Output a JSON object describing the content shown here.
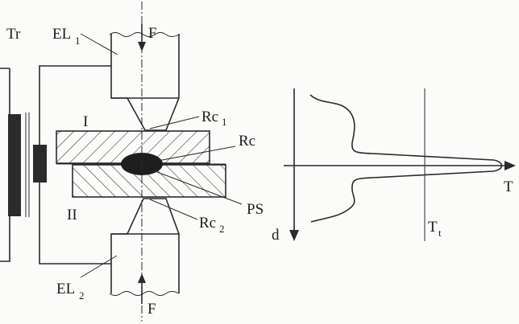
{
  "labels": {
    "transformer": "Tr",
    "electrode_top": "EL",
    "electrode_top_sub": "1",
    "electrode_bottom": "EL",
    "electrode_bottom_sub": "2",
    "force_top": "F",
    "force_bottom": "F",
    "sheet_top": "I",
    "sheet_bottom": "II",
    "contact_top": "Rc",
    "contact_top_sub": "1",
    "contact_mid": "Rc",
    "contact_bottom": "Rc",
    "contact_bottom_sub": "2",
    "nugget": "PS",
    "axis_depth": "d",
    "axis_temperature": "T",
    "melting_temp": "T",
    "melting_temp_sub": "t"
  },
  "colors": {
    "ink": "#2a2a2a",
    "core_fill": "#2b2b2b",
    "nugget_fill": "#1e1e1e"
  }
}
